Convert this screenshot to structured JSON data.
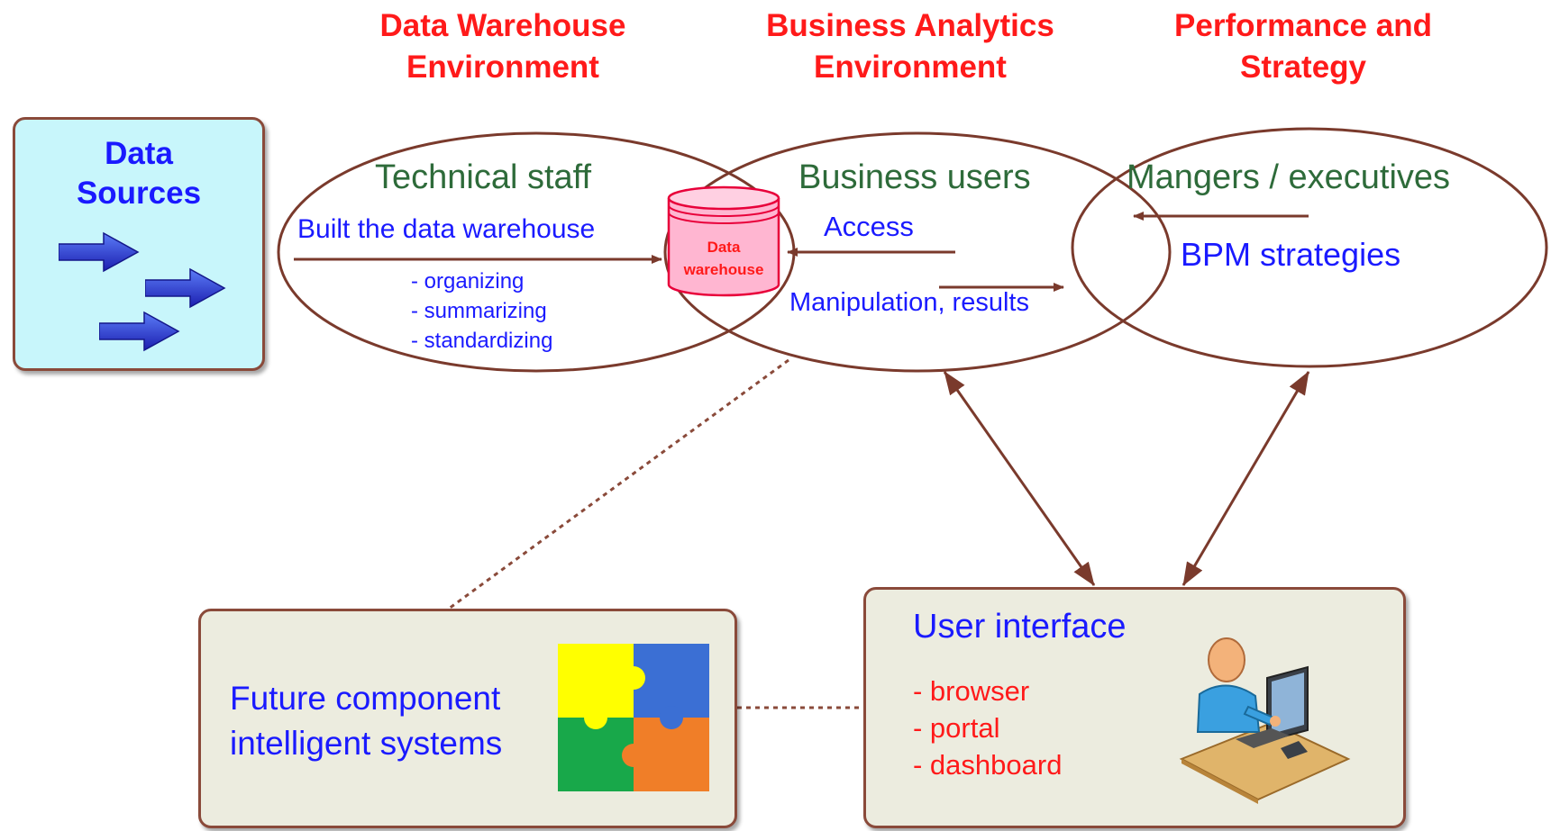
{
  "headers": {
    "data_warehouse_env": "Data Warehouse\nEnvironment",
    "business_analytics_env": "Business Analytics\nEnvironment",
    "performance_strategy": "Performance and\nStrategy"
  },
  "data_sources": {
    "title": "Data\nSources"
  },
  "technical_staff": {
    "title": "Technical staff",
    "action": "Built the data warehouse",
    "activities": [
      "- organizing",
      "- summarizing",
      "- standardizing"
    ]
  },
  "data_warehouse": {
    "label": "Data\nwarehouse"
  },
  "business_users": {
    "title": "Business users",
    "access": "Access",
    "manipulation": "Manipulation, results"
  },
  "managers": {
    "title": "Mangers / executives",
    "strategies": "BPM strategies"
  },
  "future_component": {
    "line1": "Future component",
    "line2": "intelligent systems"
  },
  "user_interface": {
    "title": "User interface",
    "items": [
      "- browser",
      "- portal",
      "- dashboard"
    ]
  },
  "colors": {
    "header_red": "#ff1a1a",
    "title_green": "#2e6b3a",
    "text_blue": "#1a1aff",
    "outline_brown": "#8a4a3a",
    "data_sources_fill": "#c8f6fb",
    "panel_fill": "#ececdf",
    "cylinder_pink": "#ffb6d1"
  },
  "icons": [
    "arrow-right-icon",
    "database-cylinder-icon",
    "puzzle-icon",
    "computer-user-icon"
  ]
}
